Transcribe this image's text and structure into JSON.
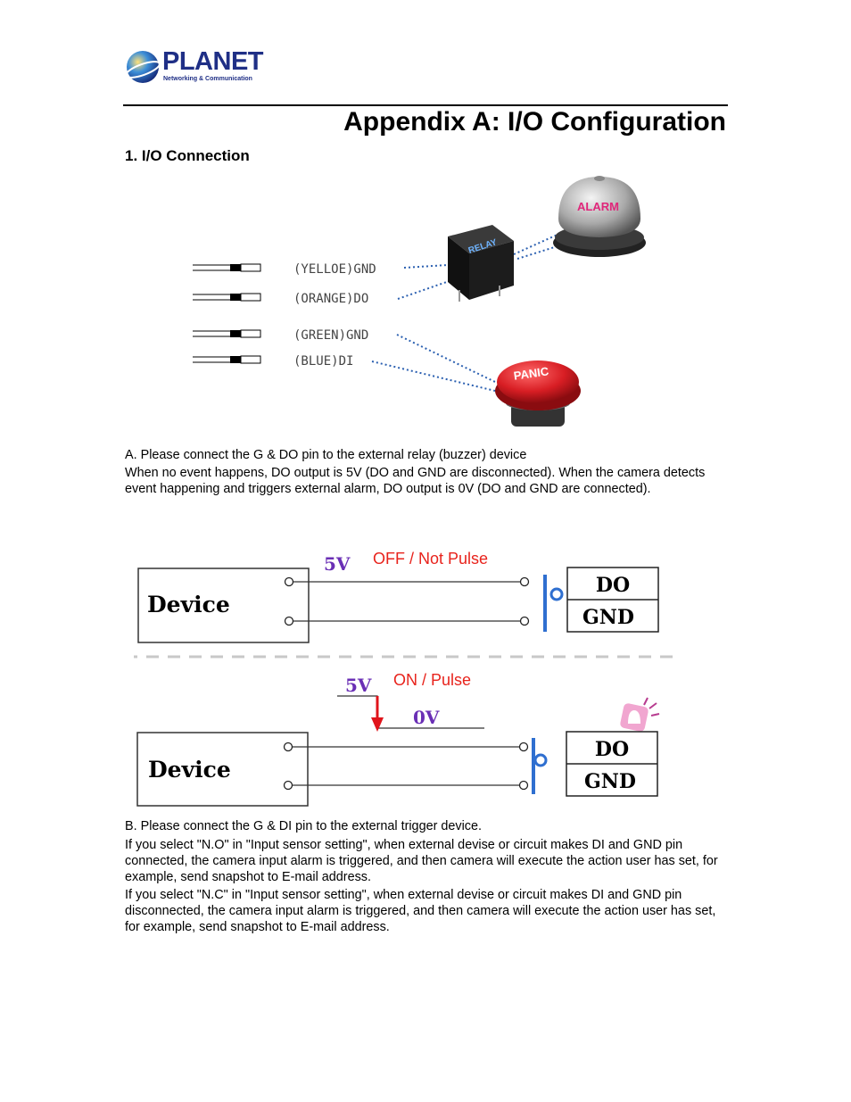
{
  "header": {
    "logo_name": "PLANET",
    "logo_tagline": "Networking & Communication"
  },
  "page": {
    "title": "Appendix A: I/O Configuration",
    "section_heading": "1. I/O Connection"
  },
  "wiring_diagram": {
    "wire_labels": [
      "(YELLOE)GND",
      "(ORANGE)DO",
      "(GREEN)GND",
      "(BLUE)DI"
    ],
    "relay_label": "RELAY",
    "alarm_label": "ALARM",
    "panic_label": "PANIC",
    "colors": {
      "alarm_text": "#e0267a",
      "panic_red": "#d81e24",
      "dotted_link": "#2a5fb0"
    }
  },
  "text": {
    "para_a_title": "A. Please connect the G & DO pin to the external relay (buzzer) device",
    "para_a_body": "When no event happens, DO output is 5V (DO and GND are disconnected). When the camera detects event happening and triggers external alarm, DO output is 0V (DO and GND are connected).",
    "para_b_title": "B. Please connect the G & DI pin to the external trigger device.",
    "para_b_no": "If you select \"N.O\" in \"Input sensor setting\", when external devise or circuit makes DI and GND pin connected, the camera input alarm is triggered, and then camera will execute the action user has set, for example, send snapshot to E-mail address.",
    "para_b_nc": "If you select \"N.C\" in \"Input sensor setting\", when external devise or circuit makes DI and GND pin disconnected, the camera input alarm is triggered, and then camera will execute the action user has set, for example, send snapshot to E-mail address."
  },
  "circuit_diagram": {
    "top": {
      "device_label": "Device",
      "voltage": "5V",
      "state": "OFF / Not Pulse",
      "pin1": "DO",
      "pin2": "GND"
    },
    "bottom": {
      "device_label": "Device",
      "voltage_high": "5V",
      "voltage_low": "0V",
      "state": "ON / Pulse",
      "pin1": "DO",
      "pin2": "GND"
    },
    "colors": {
      "voltage": "#6a2fb5",
      "state": "#e8231c",
      "switch": "#2f6fd0",
      "arrow": "#e0141b",
      "divider": "#c8c8c8"
    }
  }
}
